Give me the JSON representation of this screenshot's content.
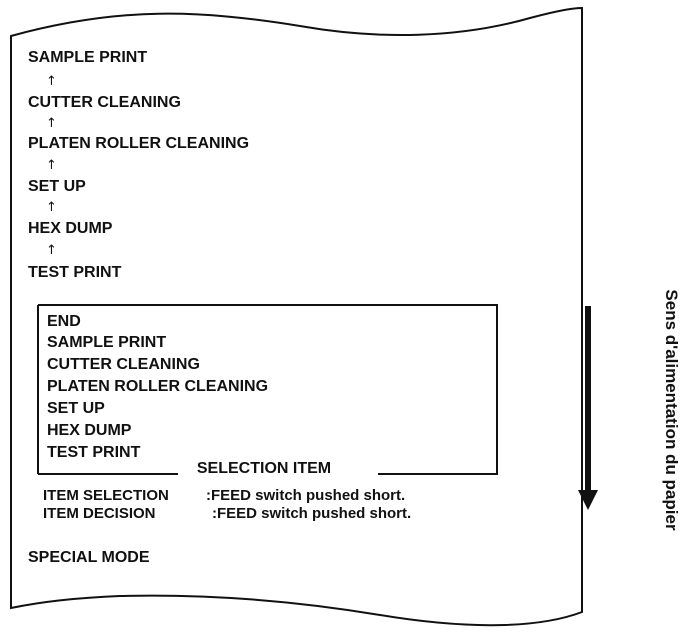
{
  "printout": {
    "sequence": [
      "SAMPLE PRINT",
      "CUTTER CLEANING",
      "PLATEN ROLLER CLEANING",
      "SET UP",
      "HEX DUMP",
      "TEST PRINT"
    ],
    "arrow_glyph": "↑",
    "selection_box": {
      "title": "SELECTION ITEM",
      "items": [
        "END",
        "SAMPLE PRINT",
        "CUTTER CLEANING",
        "PLATEN ROLLER CLEANING",
        "SET UP",
        "HEX DUMP",
        "TEST PRINT"
      ]
    },
    "instructions": [
      {
        "label": "ITEM SELECTION",
        "value": ":FEED switch pushed short."
      },
      {
        "label": "ITEM DECISION",
        "value": ":FEED switch pushed short."
      }
    ],
    "mode_label": "SPECIAL MODE"
  },
  "feed_direction": {
    "label": "Sens d'alimentation du papier"
  }
}
